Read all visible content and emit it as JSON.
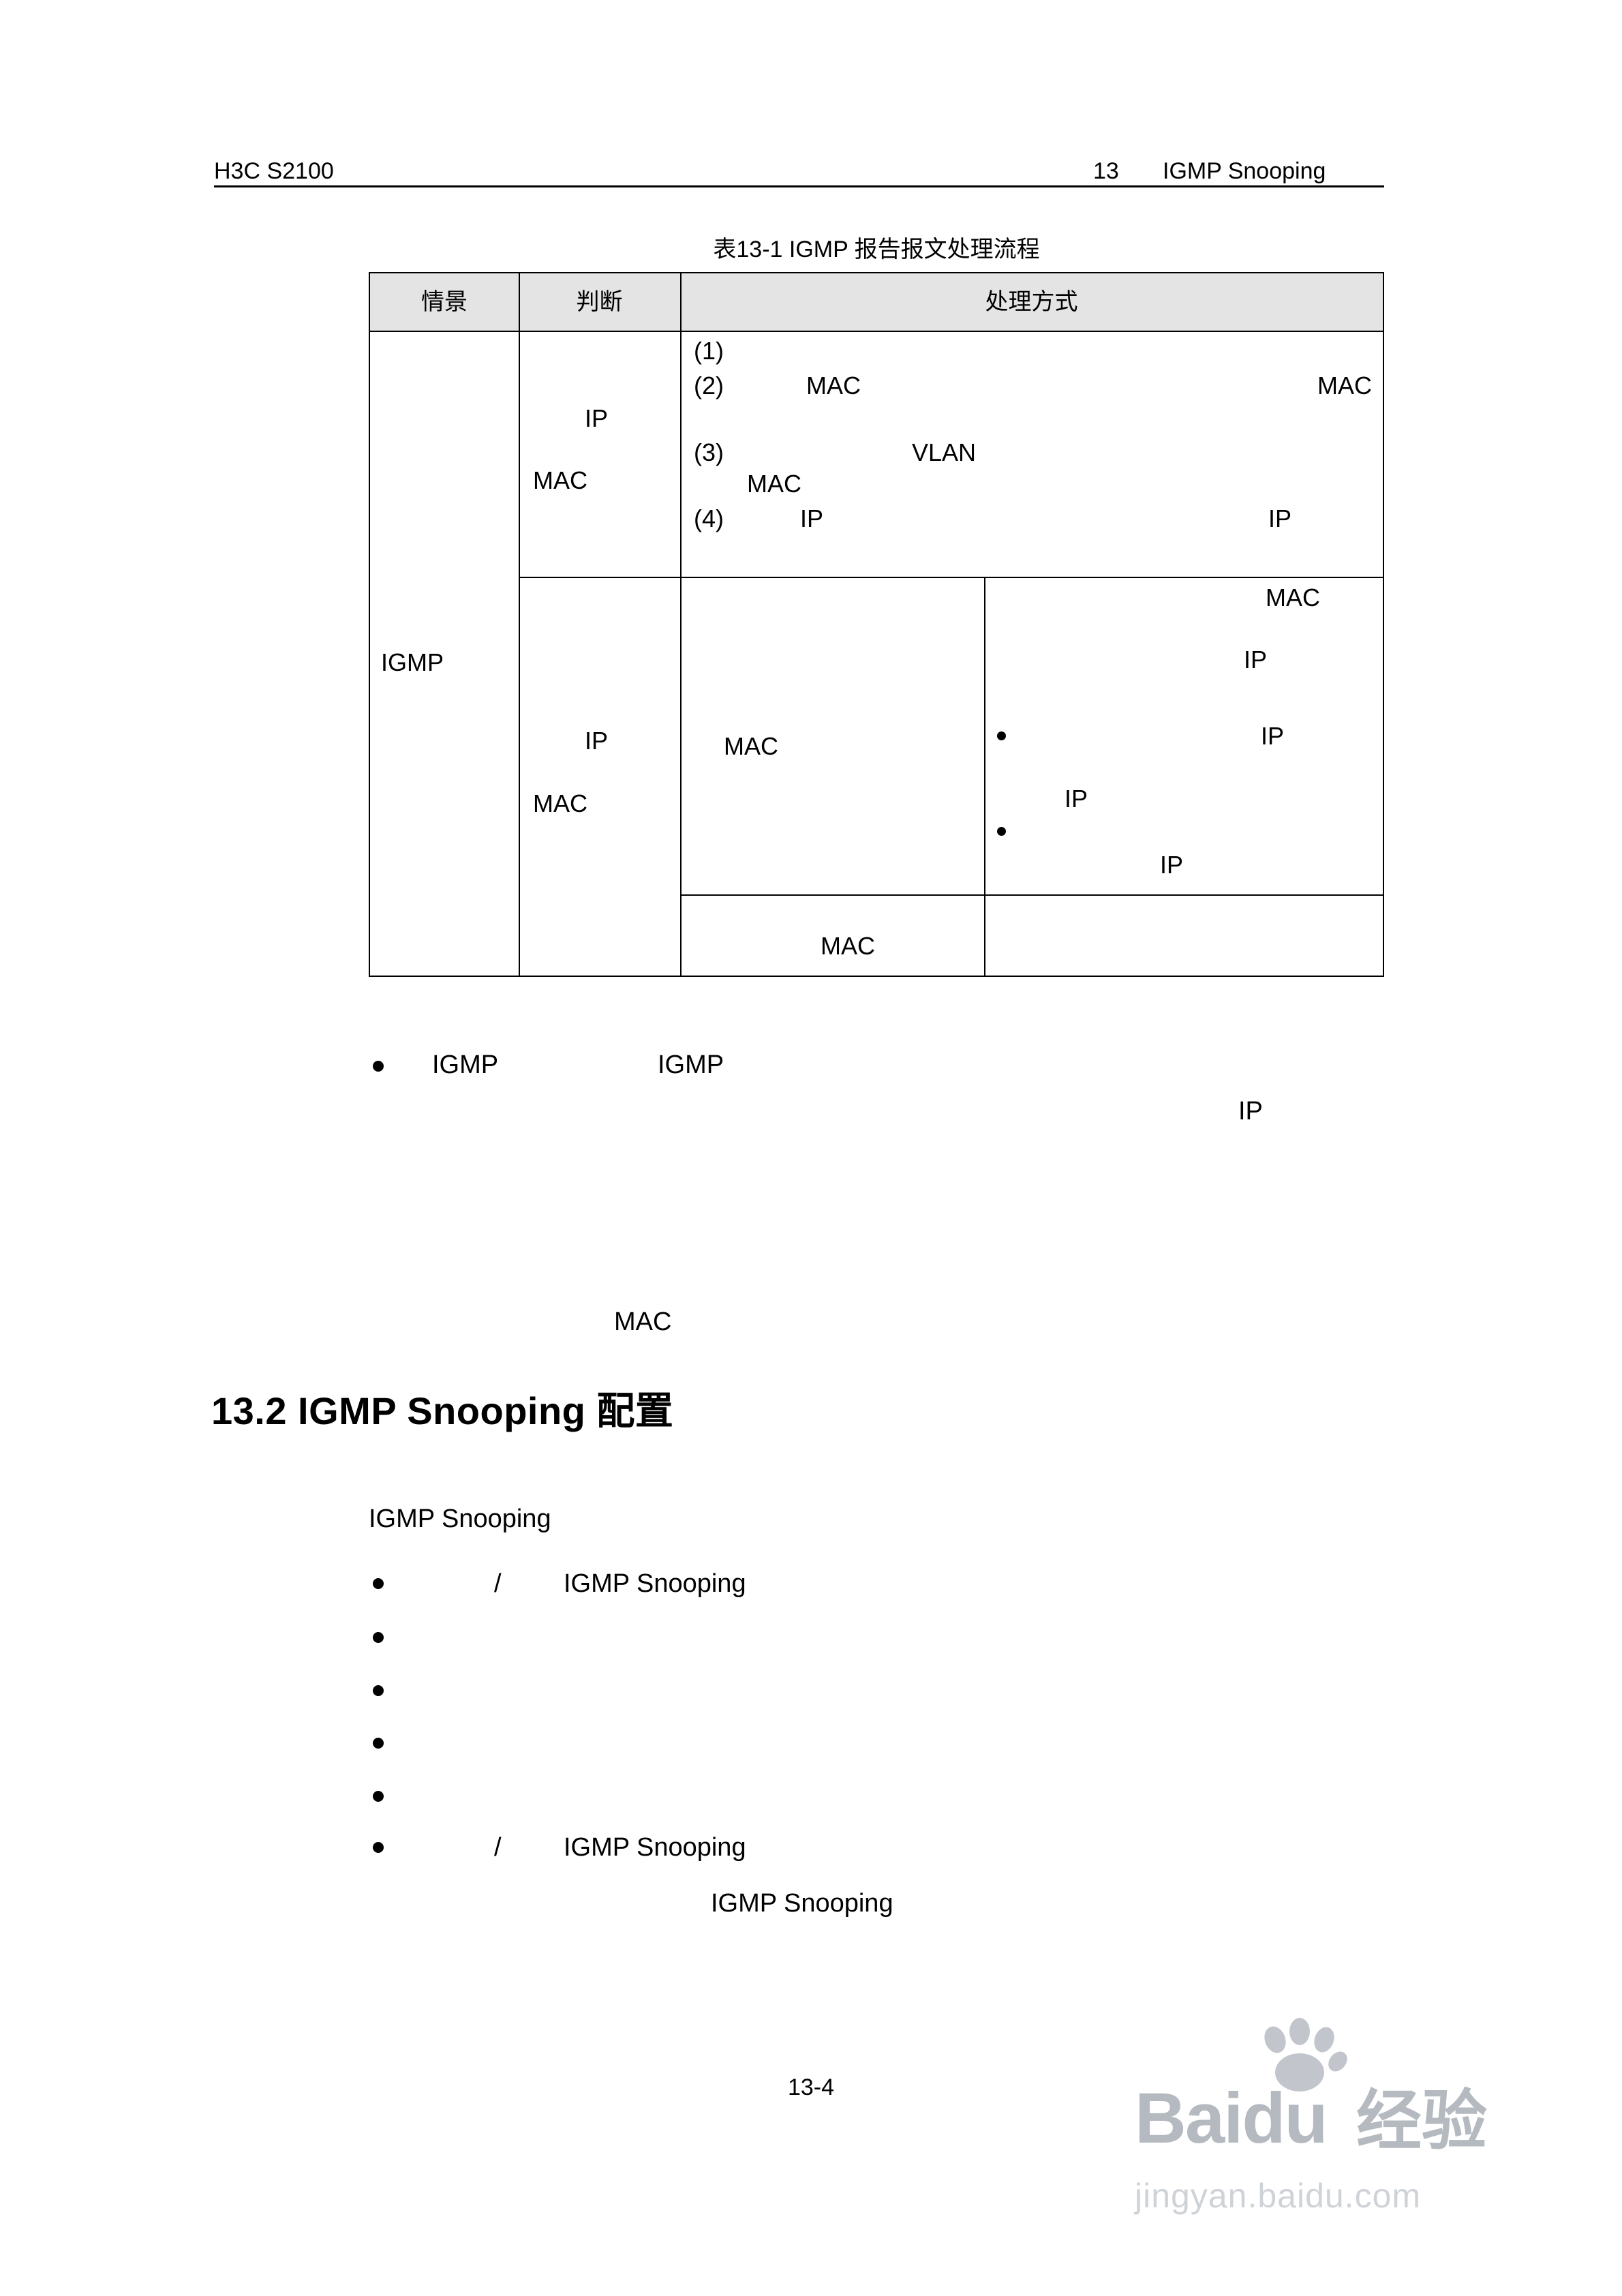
{
  "header": {
    "product": "H3C S2100",
    "chapter_number": "13",
    "chapter_title": "IGMP Snooping"
  },
  "table": {
    "caption": "表13-1  IGMP 报告报文处理流程",
    "col_headers": [
      "情景",
      "判断",
      "处理方式"
    ],
    "scenario_label": "IGMP",
    "row1": {
      "judgment_line1": "IP",
      "judgment_line2": "MAC",
      "step1_num": "(1)",
      "step2_num": "(2)",
      "step2_text1": "MAC",
      "step2_text2": "MAC",
      "step3_num": "(3)",
      "step3_text1": "VLAN",
      "step3_text2": "MAC",
      "step4_num": "(4)",
      "step4_text1": "IP",
      "step4_text2": "IP"
    },
    "row2": {
      "judgment_line1": "IP",
      "judgment_line2": "MAC",
      "left_cell": "MAC",
      "right_line1": "MAC",
      "right_line2": "IP",
      "right_line3": "IP",
      "right_line4": "IP",
      "right_line6": "IP"
    },
    "row3": {
      "left_cell": "MAC"
    }
  },
  "notes": {
    "bullet_text1": "IGMP",
    "bullet_text2": "IGMP",
    "line2": "IP",
    "line3": "MAC"
  },
  "section": {
    "heading": "13.2  IGMP Snooping 配置",
    "intro": "IGMP Snooping",
    "bullets": [
      {
        "slash": "/",
        "text": "IGMP Snooping"
      },
      {},
      {},
      {},
      {},
      {
        "slash": "/",
        "text": "IGMP Snooping"
      }
    ],
    "tail_text": "IGMP Snooping"
  },
  "footer": {
    "page_number": "13-4"
  },
  "watermark": {
    "brand_latin": "Baidu",
    "brand_cn": "经验",
    "url": "jingyan.baidu.com"
  }
}
